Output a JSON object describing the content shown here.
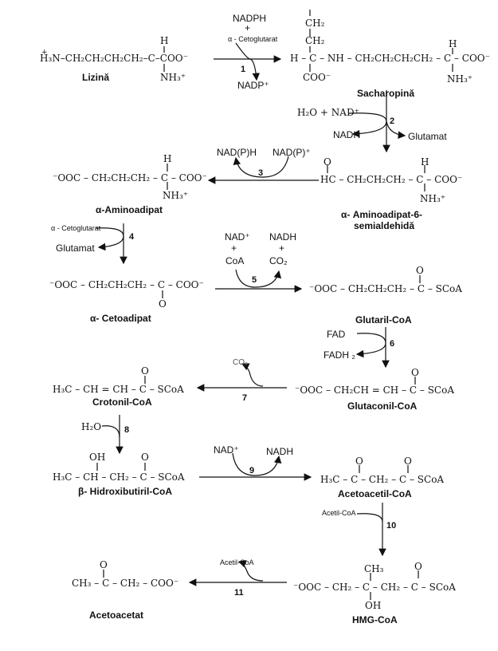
{
  "compounds": {
    "lizina": {
      "name": "Lizină",
      "formula": "H3N+–CH2CH2CH2CH2–C(H)(NH3+)–COO−",
      "f1": "H",
      "f2": "H₃N–CH₂CH₂CH₂CH₂–C–COO⁻",
      "f3": "NH₃⁺",
      "f0": "+"
    },
    "sacharopina": {
      "name": "Sacharopină",
      "f1": "CH₂",
      "f2": "CH₂",
      "f3": "H – C – NH – CH₂CH₂CH₂CH₂ – C – COO⁻",
      "f4": "COO⁻",
      "f5": "H",
      "f6": "NH₃⁺"
    },
    "aminoadipat": {
      "name": "α-Aminoadipat",
      "f1": "H",
      "f2": "⁻OOC – CH₂CH₂CH₂ – C – COO⁻",
      "f3": "NH₃⁺"
    },
    "semialdehida": {
      "name1": "α- Aminoadipat-6-",
      "name2": "semialdehidă",
      "f1": "O",
      "f2": "H",
      "f3": "HC – CH₂CH₂CH₂ – C – COO⁻",
      "f4": "NH₃⁺"
    },
    "cetoadipat": {
      "name": "α- Cetoadipat",
      "f1": "⁻OOC – CH₂CH₂CH₂ – C – COO⁻",
      "f2": "O"
    },
    "glutaril": {
      "name": "Glutaril-CoA",
      "f1": "O",
      "f2": "⁻OOC – CH₂CH₂CH₂ – C – SCoA"
    },
    "crotonil": {
      "name": "Crotonil-CoA",
      "f1": "O",
      "f2": "H₃C – CH = CH – C – SCoA"
    },
    "glutaconil": {
      "name": "Glutaconil-CoA",
      "f1": "O",
      "f2": "⁻OOC – CH₂CH = CH – C – SCoA"
    },
    "hidroxibutiril": {
      "name": "β- Hidroxibutiril-CoA",
      "f1": "OH",
      "f2": "O",
      "f3": "H₃C – CH – CH₂ – C – SCoA"
    },
    "acetoacetil": {
      "name": "Acetoacetil-CoA",
      "f1": "O",
      "f2": "O",
      "f3": "H₃C – C – CH₂ – C – SCoA"
    },
    "hmg": {
      "name": "HMG-CoA",
      "f1": "CH₃",
      "f2": "O",
      "f3": "⁻OOC – CH₂ – C – CH₂ – C – SCoA",
      "f4": "OH"
    },
    "acetoacetat": {
      "name": "Acetoacetat",
      "f1": "O",
      "f2": "CH₃ – C – CH₂ – COO⁻"
    }
  },
  "reactions": {
    "r1": {
      "num": "1",
      "top1": "NADPH",
      "top2": "+",
      "top3": "α - Cetoglutarat",
      "bottom": "NADP⁺"
    },
    "r2": {
      "num": "2",
      "in": "H₂O + NAD⁺",
      "out1": "NADH",
      "out2": "Glutamat"
    },
    "r3": {
      "num": "3",
      "left": "NAD(P)H",
      "right": "NAD(P)⁺"
    },
    "r4": {
      "num": "4",
      "in": "α - Cetoglutarat",
      "out": "Glutamat"
    },
    "r5": {
      "num": "5",
      "l1": "NAD⁺",
      "l2": "+",
      "l3": "CoA",
      "r1": "NADH",
      "r2": "+",
      "r3": "CO₂"
    },
    "r6": {
      "num": "6",
      "in": "FAD",
      "out": "FADH ₂"
    },
    "r7": {
      "num": "7",
      "out": "CO₂"
    },
    "r8": {
      "num": "8",
      "in": "H₂O"
    },
    "r9": {
      "num": "9",
      "in": "NAD⁺",
      "out": "NADH"
    },
    "r10": {
      "num": "10",
      "in": "Acetil-CoA"
    },
    "r11": {
      "num": "11",
      "out": "Acetil-CoA"
    }
  }
}
